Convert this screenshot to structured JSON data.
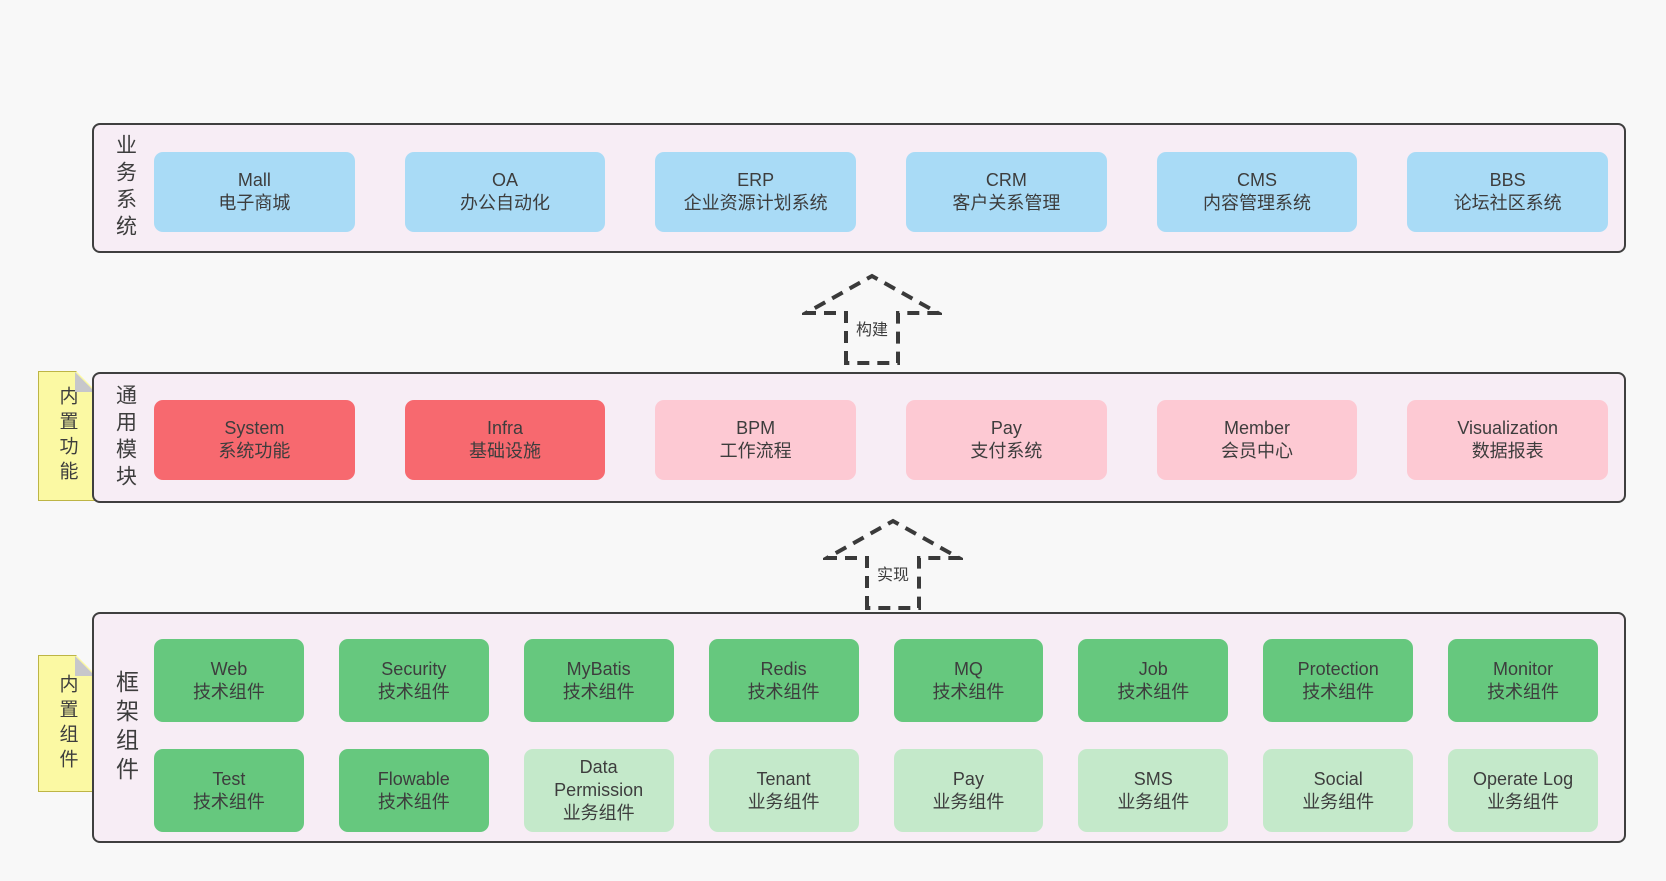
{
  "colors": {
    "page_bg": "#f8f8f8",
    "panel_bg": "#f7edf5",
    "panel_border": "#3f3f3f",
    "business_box": "#a9dbf6",
    "core_module_box": "#f7696f",
    "module_box": "#fdc9d3",
    "tech_component_box": "#66c87e",
    "biz_component_box": "#c4e9ca",
    "sticky_bg": "#fbf9a3",
    "sticky_fold": "#c7c7cb",
    "text": "#3d3d3d"
  },
  "arrows": [
    {
      "label": "构建"
    },
    {
      "label": "实现"
    }
  ],
  "layers": [
    {
      "label": "业务系统",
      "rows": [
        [
          {
            "name": "Mall",
            "desc": "电子商城"
          },
          {
            "name": "OA",
            "desc": "办公自动化"
          },
          {
            "name": "ERP",
            "desc": "企业资源计划系统"
          },
          {
            "name": "CRM",
            "desc": "客户关系管理"
          },
          {
            "name": "CMS",
            "desc": "内容管理系统"
          },
          {
            "name": "BBS",
            "desc": "论坛社区系统"
          }
        ]
      ]
    },
    {
      "label": "通用模块",
      "sticky": "内置功能",
      "rows": [
        [
          {
            "name": "System",
            "desc": "系统功能"
          },
          {
            "name": "Infra",
            "desc": "基础设施"
          },
          {
            "name": "BPM",
            "desc": "工作流程"
          },
          {
            "name": "Pay",
            "desc": "支付系统"
          },
          {
            "name": "Member",
            "desc": "会员中心"
          },
          {
            "name": "Visualization",
            "desc": "数据报表"
          }
        ]
      ]
    },
    {
      "label": "框架组件",
      "sticky": "内置组件",
      "rows": [
        [
          {
            "name": "Web",
            "desc": "技术组件"
          },
          {
            "name": "Security",
            "desc": "技术组件"
          },
          {
            "name": "MyBatis",
            "desc": "技术组件"
          },
          {
            "name": "Redis",
            "desc": "技术组件"
          },
          {
            "name": "MQ",
            "desc": "技术组件"
          },
          {
            "name": "Job",
            "desc": "技术组件"
          },
          {
            "name": "Protection",
            "desc": "技术组件"
          },
          {
            "name": "Monitor",
            "desc": "技术组件"
          }
        ],
        [
          {
            "name": "Test",
            "desc": "技术组件"
          },
          {
            "name": "Flowable",
            "desc": "技术组件"
          },
          {
            "name": "Data\nPermission",
            "desc": "业务组件"
          },
          {
            "name": "Tenant",
            "desc": "业务组件"
          },
          {
            "name": "Pay",
            "desc": "业务组件"
          },
          {
            "name": "SMS",
            "desc": "业务组件"
          },
          {
            "name": "Social",
            "desc": "业务组件"
          },
          {
            "name": "Operate Log",
            "desc": "业务组件"
          }
        ]
      ]
    }
  ]
}
